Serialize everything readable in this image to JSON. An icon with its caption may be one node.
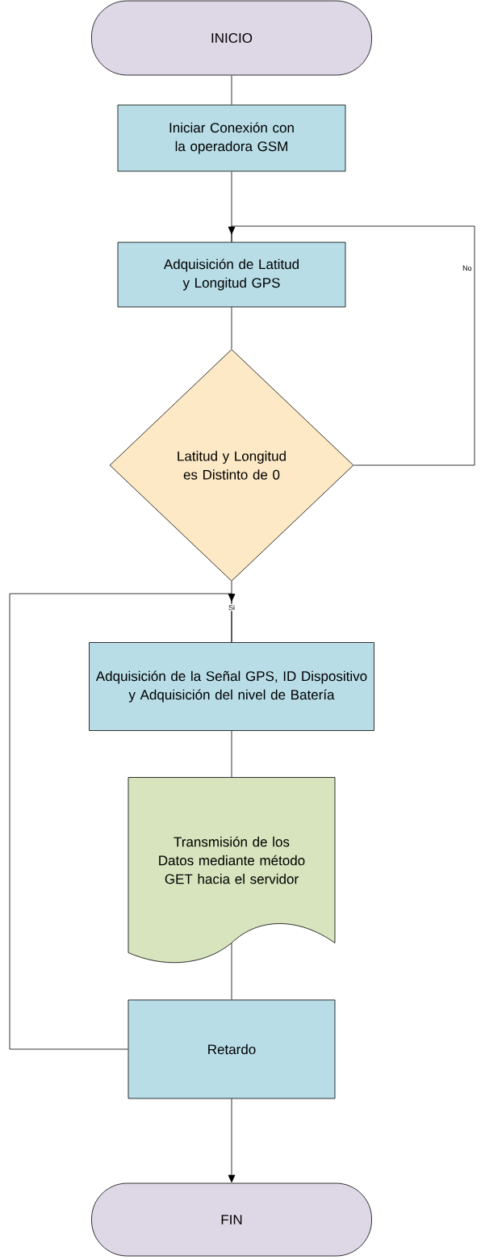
{
  "diagram": {
    "nodes": [
      {
        "text": [
          "INICIO"
        ]
      },
      {
        "text": [
          "Iniciar  Conexión con la operadora GSM"
        ]
      },
      {
        "text": [
          "Adquisición  de Latitud y Longitud GPS"
        ]
      },
      {
        "text": [
          "Latitud y Longitud es Distinto de 0"
        ]
      },
      {
        "text": [
          "Adquisición  de la Señal GPS, ID Dispositivo y Adquisición del nivel de Batería"
        ]
      },
      {
        "text": [
          "Transmisión de los Datos mediante método GET hacia el servidor"
        ]
      },
      {
        "text": [
          "Retardo"
        ]
      },
      {
        "text": [
          "FIN"
        ]
      }
    ],
    "edges": [
      {
        "from": 0,
        "to": 1,
        "arrow": "none"
      },
      {
        "from": 1,
        "to": 2,
        "arrow": "none"
      },
      {
        "from": 2,
        "to": 3,
        "arrow": "none"
      },
      {
        "from": 3,
        "to": 2,
        "arrow": "to",
        "label": "No"
      },
      {
        "from": 3,
        "to": 4,
        "arrow": "none",
        "label": "Si"
      },
      {
        "from": 4,
        "to": 5,
        "arrow": "none"
      },
      {
        "from": 5,
        "to": 6,
        "arrow": "none"
      },
      {
        "from": 6,
        "to": 4,
        "arrow": "to"
      },
      {
        "from": 6,
        "to": 7,
        "arrow": "to"
      }
    ]
  }
}
